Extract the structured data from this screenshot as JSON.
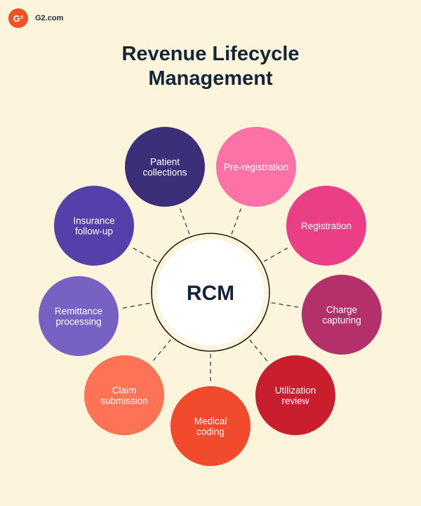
{
  "brand": {
    "logo_text": "G²",
    "site": "G2.com"
  },
  "title": {
    "line1": "Revenue Lifecycle",
    "line2": "Management"
  },
  "center": {
    "label": "RCM"
  },
  "nodes": [
    {
      "lines": [
        "Patient",
        "collections"
      ],
      "color": "#3b2f7a"
    },
    {
      "lines": [
        "Pre-registration"
      ],
      "color": "#fd72a6"
    },
    {
      "lines": [
        "Registration"
      ],
      "color": "#ea3e87"
    },
    {
      "lines": [
        "Charge",
        "capturing"
      ],
      "color": "#b3306b"
    },
    {
      "lines": [
        "Utilization",
        "review"
      ],
      "color": "#c91e2e"
    },
    {
      "lines": [
        "Medical",
        "coding"
      ],
      "color": "#f24a2c"
    },
    {
      "lines": [
        "Claim",
        "submission"
      ],
      "color": "#fe7255"
    },
    {
      "lines": [
        "Remittance",
        "processing"
      ],
      "color": "#7762c3"
    },
    {
      "lines": [
        "Insurance",
        "follow-up"
      ],
      "color": "#5440a8"
    }
  ]
}
